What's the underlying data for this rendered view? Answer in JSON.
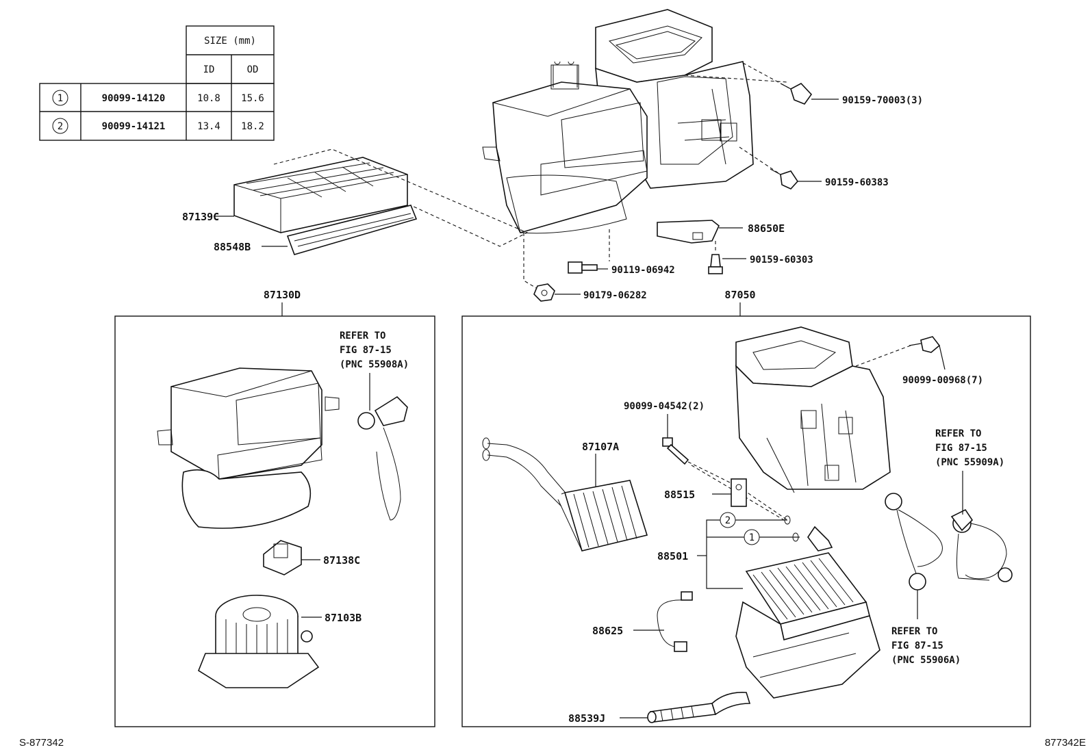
{
  "size_table": {
    "header_size": "SIZE (mm)",
    "header_id": "ID",
    "header_od": "OD",
    "rows": [
      {
        "mark": "1",
        "part": "90099-14120",
        "id": "10.8",
        "od": "15.6"
      },
      {
        "mark": "2",
        "part": "90099-14121",
        "id": "13.4",
        "od": "18.2"
      }
    ]
  },
  "labels": {
    "p90159_70003": "90159-70003(3)",
    "p90159_60383": "90159-60383",
    "p87139C": "87139C",
    "p88548B": "88548B",
    "p88650E": "88650E",
    "p90119_06942": "90119-06942",
    "p90159_60303": "90159-60303",
    "p90179_06282": "90179-06282",
    "p87130D": "87130D",
    "p87050": "87050",
    "p87107A": "87107A",
    "p90099_04542": "90099-04542(2)",
    "p90099_00968": "90099-00968(7)",
    "p88515": "88515",
    "p88501": "88501",
    "p88625": "88625",
    "p88539J": "88539J",
    "p87138C": "87138C",
    "p87103B": "87103B",
    "circle1": "1",
    "circle2": "2"
  },
  "refs": {
    "ref_left": [
      "REFER TO",
      "FIG 87-15",
      "(PNC 55908A)"
    ],
    "ref_right": [
      "REFER TO",
      "FIG 87-15",
      "(PNC 55909A)"
    ],
    "ref_bottom": [
      "REFER TO",
      "FIG 87-15",
      "(PNC 55906A)"
    ]
  },
  "corner": {
    "left": "S-877342",
    "right": "877342E"
  }
}
